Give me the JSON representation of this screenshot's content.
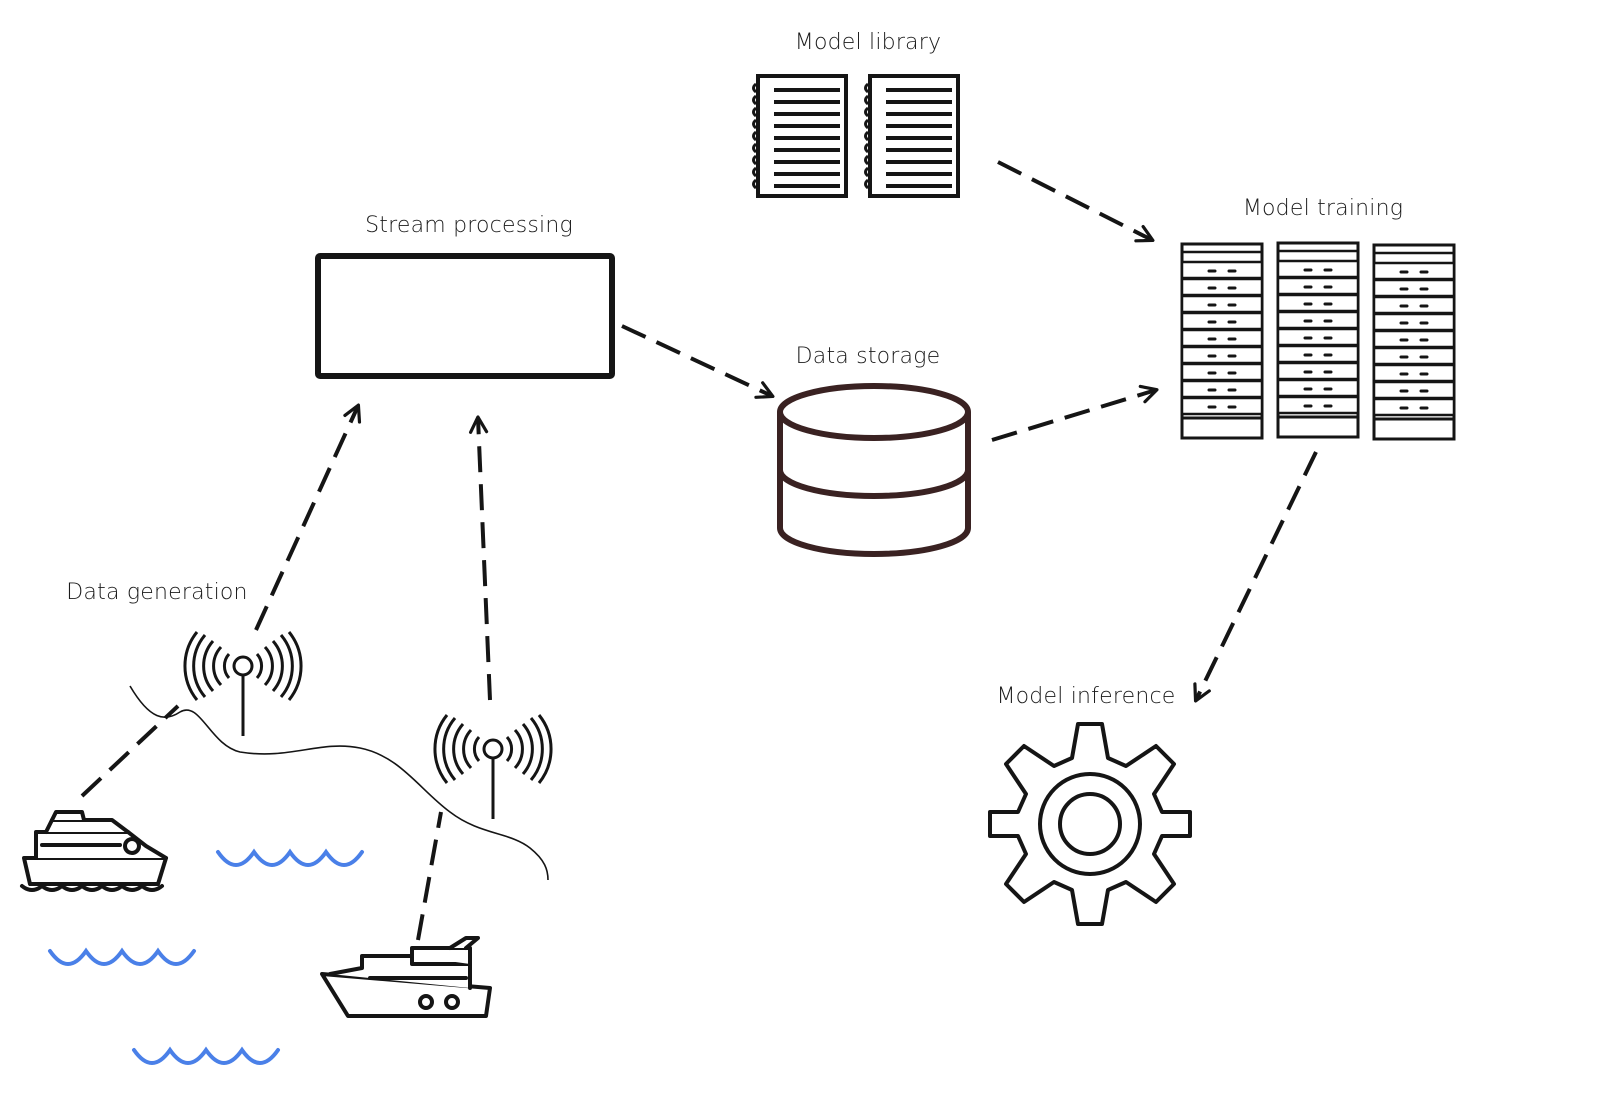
{
  "labels": {
    "model_library": "Model library",
    "stream_processing": "Stream processing",
    "data_storage": "Data storage",
    "model_training": "Model training",
    "data_generation": "Data generation",
    "model_inference": "Model inference"
  },
  "colors": {
    "ink": "#151515",
    "storage": "#3a2222",
    "water": "#4a80e8"
  },
  "icons": [
    "notebook-icon",
    "server-rack-icon",
    "database-icon",
    "gear-icon",
    "antenna-icon",
    "ship-icon",
    "wave-icon"
  ]
}
